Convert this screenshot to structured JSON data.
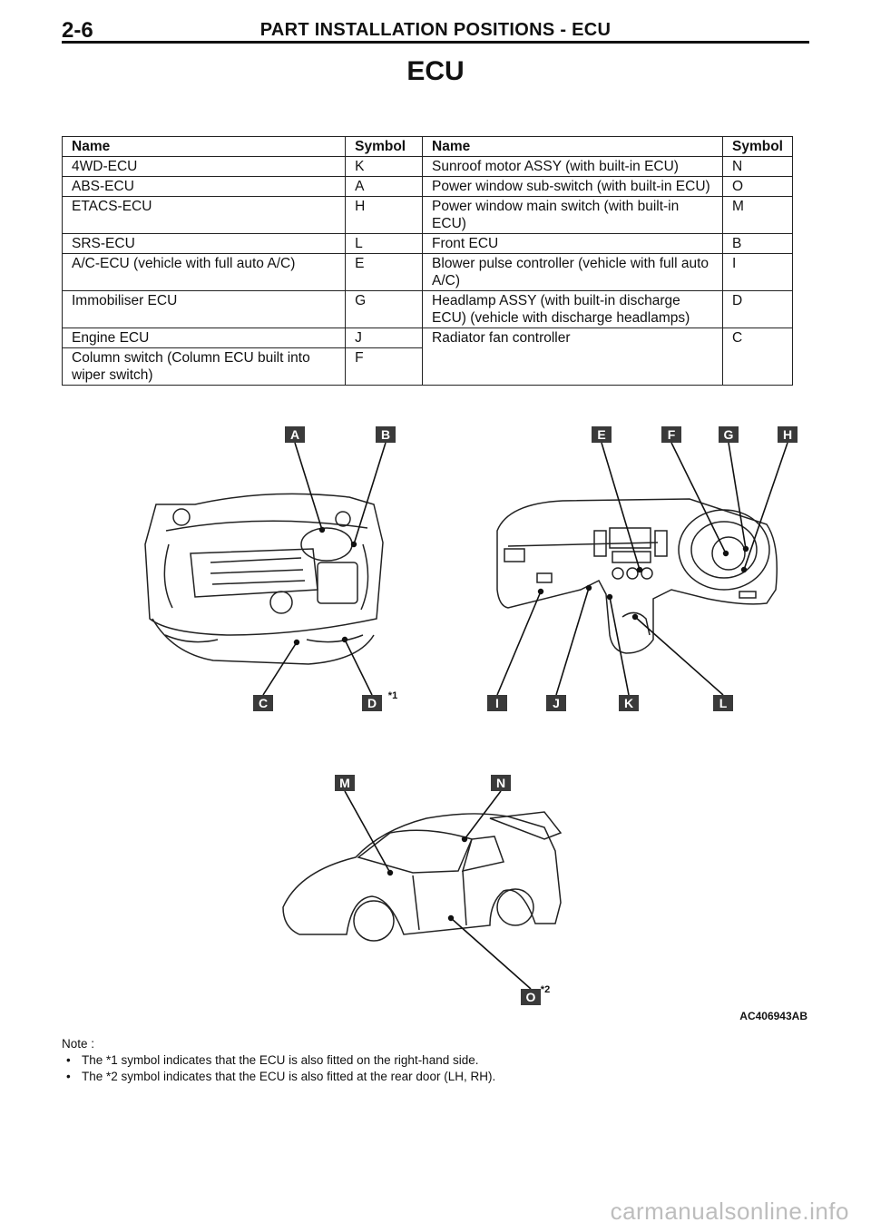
{
  "header": {
    "page_number": "2-6",
    "title": "PART INSTALLATION POSITIONS - ECU"
  },
  "section_title": "ECU",
  "table": {
    "headers": [
      "Name",
      "Symbol",
      "Name",
      "Symbol"
    ],
    "rows": [
      [
        "4WD-ECU",
        "K",
        "Sunroof motor ASSY (with built-in ECU)",
        "N"
      ],
      [
        "ABS-ECU",
        "A",
        "Power window sub-switch (with built-in ECU)",
        "O"
      ],
      [
        "ETACS-ECU",
        "H",
        "Power window main switch (with built-in ECU)",
        "M"
      ],
      [
        "SRS-ECU",
        "L",
        "Front ECU",
        "B"
      ],
      [
        "A/C-ECU (vehicle with full auto A/C)",
        "E",
        "Blower pulse controller (vehicle with full auto A/C)",
        "I"
      ],
      [
        "Immobiliser ECU",
        "G",
        "Headlamp ASSY (with built-in discharge ECU) (vehicle with discharge headlamps)",
        "D"
      ],
      [
        "Engine ECU",
        "J",
        "Radiator fan controller",
        "C"
      ],
      [
        "Column switch (Column ECU built into wiper switch)",
        "F",
        "",
        ""
      ]
    ]
  },
  "diagram": {
    "labels": {
      "A": "A",
      "B": "B",
      "C": "C",
      "D": "D",
      "E": "E",
      "F": "F",
      "G": "G",
      "H": "H",
      "I": "I",
      "J": "J",
      "K": "K",
      "L": "L",
      "M": "M",
      "N": "N",
      "O": "O"
    },
    "marks": {
      "d": "*1",
      "o": "*2"
    },
    "figure_code": "AC406943AB",
    "label_fill": "#3a3a3a"
  },
  "note": {
    "heading": "Note :",
    "items": [
      "The *1 symbol indicates that the ECU is also fitted on the right-hand side.",
      "The *2 symbol indicates that the ECU is also fitted at the rear door (LH, RH)."
    ]
  },
  "watermark": "carmanualsonline.info"
}
